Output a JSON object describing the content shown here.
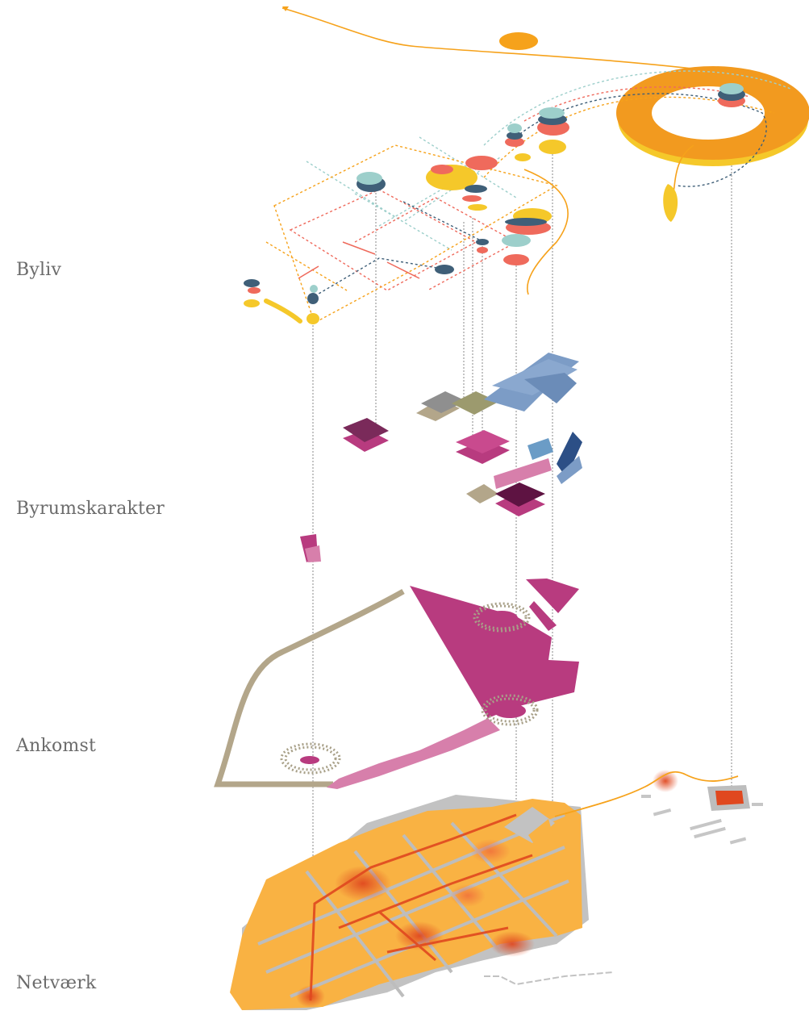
{
  "layers": [
    {
      "label": "Byliv"
    },
    {
      "label": "Byrumskarakter"
    },
    {
      "label": "Ankomst"
    },
    {
      "label": "Netværk"
    }
  ],
  "colors": {
    "orange": "#f6a21b",
    "yellow": "#f5c82a",
    "coral": "#ef6a5c",
    "teal": "#9dcfcb",
    "navy": "#3f5f78",
    "magenta": "#b83b7f",
    "pink": "#d77fab",
    "plum": "#7a2a5a",
    "khaki": "#b3a68a",
    "olive": "#9c9a6e",
    "steel": "#7c9cc6",
    "darkblue": "#2c4f86",
    "gray": "#b8b8b8",
    "mapOrange": "#f9b243",
    "red": "#e0481f"
  }
}
